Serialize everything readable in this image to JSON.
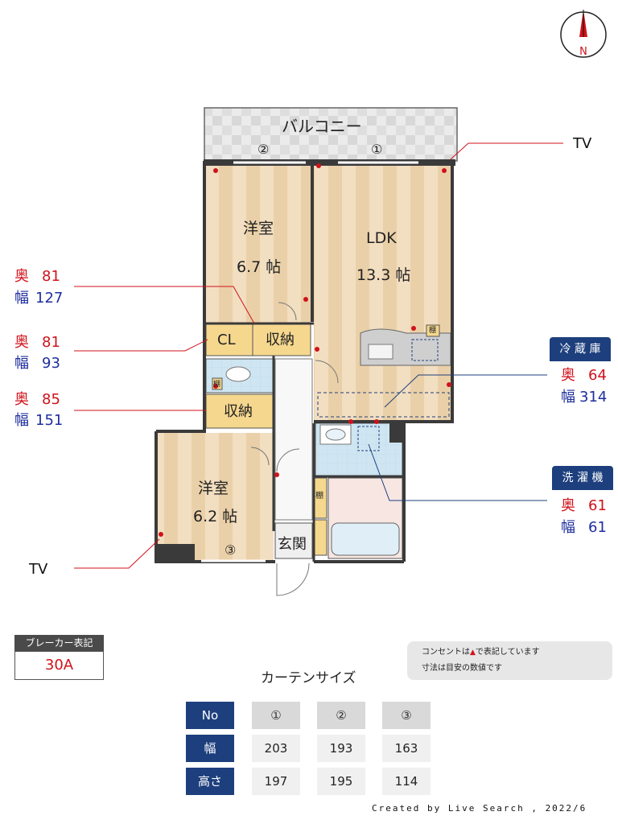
{
  "compass": {
    "north_label": "N"
  },
  "floorplan": {
    "balcony_label": "バルコニー",
    "window_1": "①",
    "window_2": "②",
    "window_3": "③",
    "room_western_1": {
      "name": "洋室",
      "size": "6.7 帖"
    },
    "room_ldk": {
      "name": "LDK",
      "size": "13.3 帖"
    },
    "room_western_2": {
      "name": "洋室",
      "size": "6.2 帖"
    },
    "closet_label": "CL",
    "storage_label_1": "収納",
    "storage_label_2": "収納",
    "entrance_label": "玄関",
    "shelf_label": "棚"
  },
  "annotations": {
    "tv_top": "TV",
    "tv_bottom": "TV",
    "left_dims": [
      {
        "depth_label": "奥",
        "depth": "81",
        "width_label": "幅",
        "width": "127"
      },
      {
        "depth_label": "奥",
        "depth": "81",
        "width_label": "幅",
        "width": "93"
      },
      {
        "depth_label": "奥",
        "depth": "85",
        "width_label": "幅",
        "width": "151"
      }
    ],
    "fridge": {
      "title": "冷 蔵 庫",
      "depth_label": "奥",
      "depth": "64",
      "width_label": "幅",
      "width": "314"
    },
    "washer": {
      "title": "洗 濯 機",
      "depth_label": "奥",
      "depth": "61",
      "width_label": "幅",
      "width": "61"
    }
  },
  "breaker": {
    "label": "ブレーカー表記",
    "value": "30A"
  },
  "note": {
    "line1": "コンセントは",
    "line1_suffix": "で表記しています",
    "line2": "寸法は目安の数値です",
    "outlet_color": "#d0121b"
  },
  "curtain": {
    "title": "カーテンサイズ",
    "header": {
      "no": "No",
      "c1": "①",
      "c2": "②",
      "c3": "③"
    },
    "rows": [
      {
        "label": "幅",
        "values": [
          "203",
          "193",
          "163"
        ]
      },
      {
        "label": "高さ",
        "values": [
          "197",
          "195",
          "114"
        ]
      }
    ]
  },
  "credit": "Created by Live Search , 2022/6",
  "colors": {
    "accent_red": "#d0121b",
    "accent_navy": "#1d3f7d",
    "wall": "#3a3a3a"
  }
}
